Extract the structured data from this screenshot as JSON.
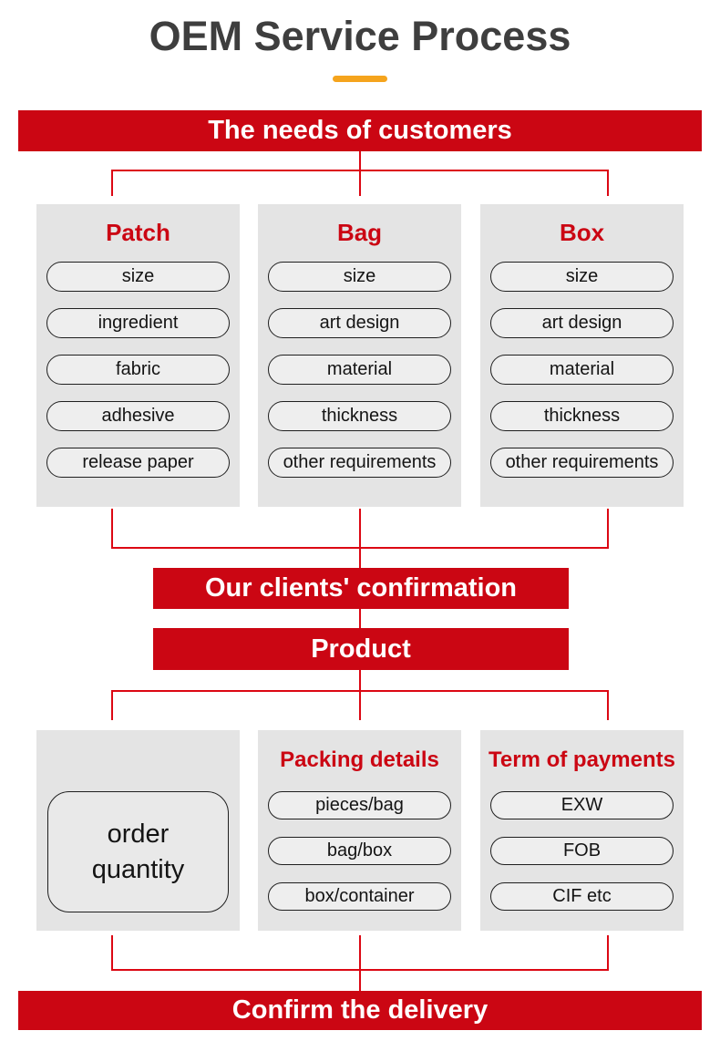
{
  "page": {
    "title": "OEM Service Process",
    "colors": {
      "accent_red": "#cb0613",
      "line_red": "#dc0713",
      "title_gray": "#3e3e3e",
      "panel_gray": "#e4e4e4",
      "pill_gray": "#eeeeee",
      "orange": "#f5a41d"
    }
  },
  "banners": {
    "needs": "The needs of customers",
    "confirmation": "Our clients' confirmation",
    "product": "Product",
    "delivery": "Confirm the delivery"
  },
  "top_groups": [
    {
      "title": "Patch",
      "items": [
        "size",
        "ingredient",
        "fabric",
        "adhesive",
        "release paper"
      ]
    },
    {
      "title": "Bag",
      "items": [
        "size",
        "art design",
        "material",
        "thickness",
        "other requirements"
      ]
    },
    {
      "title": "Box",
      "items": [
        "size",
        "art design",
        "material",
        "thickness",
        "other requirements"
      ]
    }
  ],
  "bottom_groups": [
    {
      "title": "",
      "big_box": "order\nquantity",
      "items": []
    },
    {
      "title": "Packing details",
      "items": [
        "pieces/bag",
        "bag/box",
        "box/container"
      ]
    },
    {
      "title": "Term of payments",
      "items": [
        "EXW",
        "FOB",
        "CIF etc"
      ]
    }
  ]
}
